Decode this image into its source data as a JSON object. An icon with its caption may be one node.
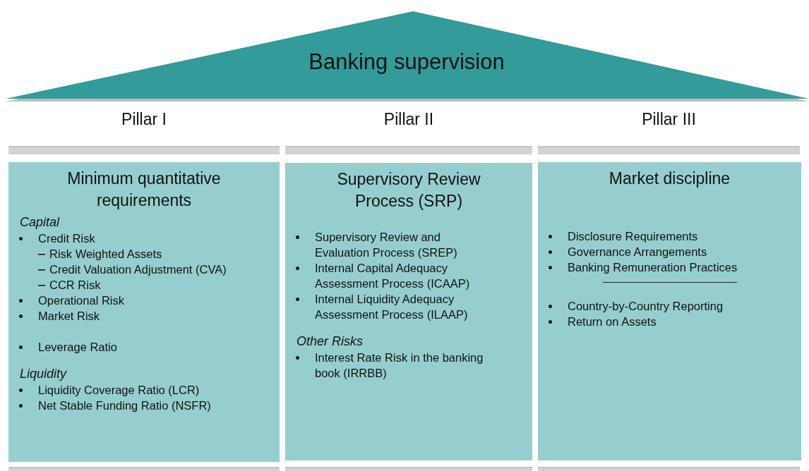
{
  "diagram": {
    "nodes": [
      {
        "text": [
          "Banking supervision"
        ]
      },
      {
        "text": [
          "Minimum quantitative requirements",
          "Capital",
          "Credit Risk",
          "Risk Weighted Assets",
          "Credit Valuation Adjustment (CVA)",
          "CCR Risk",
          "Operational Risk",
          "Market Risk",
          "Leverage Ratio",
          "Liquidity",
          "Liquidity Coverage Ratio (LCR)",
          "Net Stable Funding Ratio (NSFR)"
        ]
      },
      {
        "text": [
          "Supervisory Review Process (SRP)",
          "Supervisory Review and Evaluation Process  (SREP)",
          "Internal Capital Adequacy Assessment Process  (ICAAP)",
          "Internal Liquidity Adequacy Assessment Process (ILAAP)",
          "Other Risks",
          "Interest Rate Risk in the banking book (IRRBB)"
        ]
      },
      {
        "text": [
          "Market discipline",
          "Disclosure Requirements",
          "Governance Arrangements",
          "Banking Remuneration Practices",
          "Country-by-Country Reporting",
          "Return on Assets"
        ]
      }
    ],
    "labels": [
      "Pillar I",
      "Pillar II",
      "Pillar III"
    ]
  }
}
